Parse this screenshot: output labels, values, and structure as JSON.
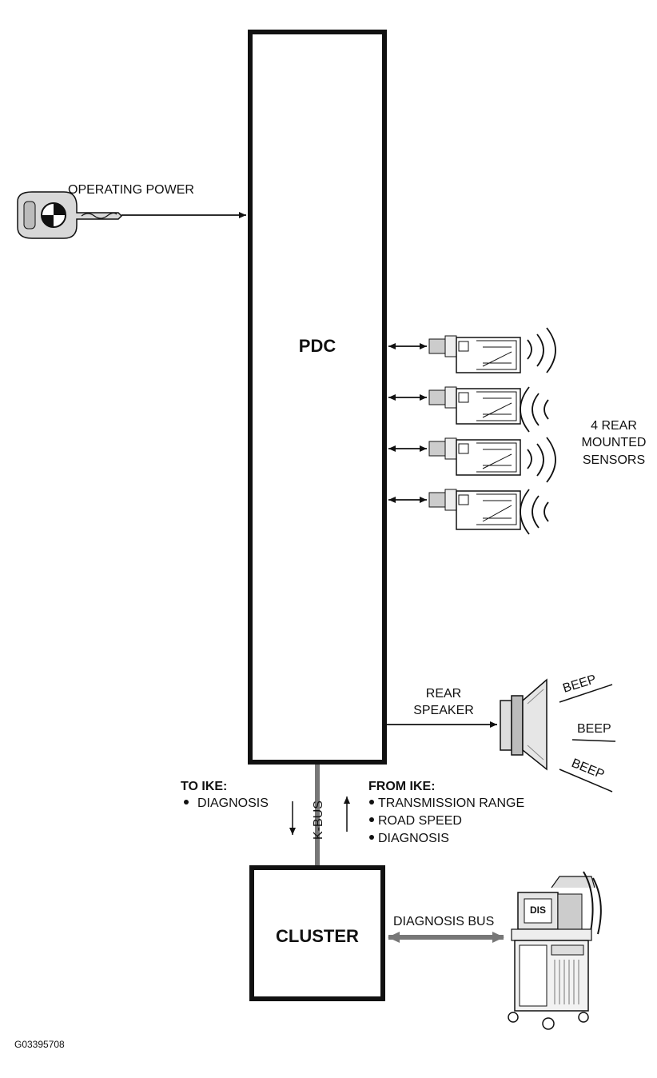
{
  "diagram": {
    "pdc_label": "PDC",
    "cluster_label": "CLUSTER",
    "operating_power_label": "OPERATING POWER",
    "sensors_label": [
      "4 REAR",
      "MOUNTED",
      "SENSORS"
    ],
    "speaker_label": [
      "REAR",
      "SPEAKER"
    ],
    "beep": [
      "BEEP",
      "BEEP",
      "BEEP"
    ],
    "to_ike": {
      "title": "TO IKE:",
      "items": [
        "DIAGNOSIS"
      ]
    },
    "from_ike": {
      "title": "FROM IKE:",
      "items": [
        "TRANSMISSION RANGE",
        "ROAD SPEED",
        "DIAGNOSIS"
      ]
    },
    "kbus_label": "K-BUS",
    "diagnosis_bus_label": "DIAGNOSIS BUS",
    "dis_label": "DIS",
    "figure_id": "G03395708"
  },
  "icons": {
    "key": "car-key-icon",
    "sensor": "ultrasonic-sensor-icon",
    "speaker": "speaker-icon",
    "tester": "diagnostic-tester-icon"
  }
}
